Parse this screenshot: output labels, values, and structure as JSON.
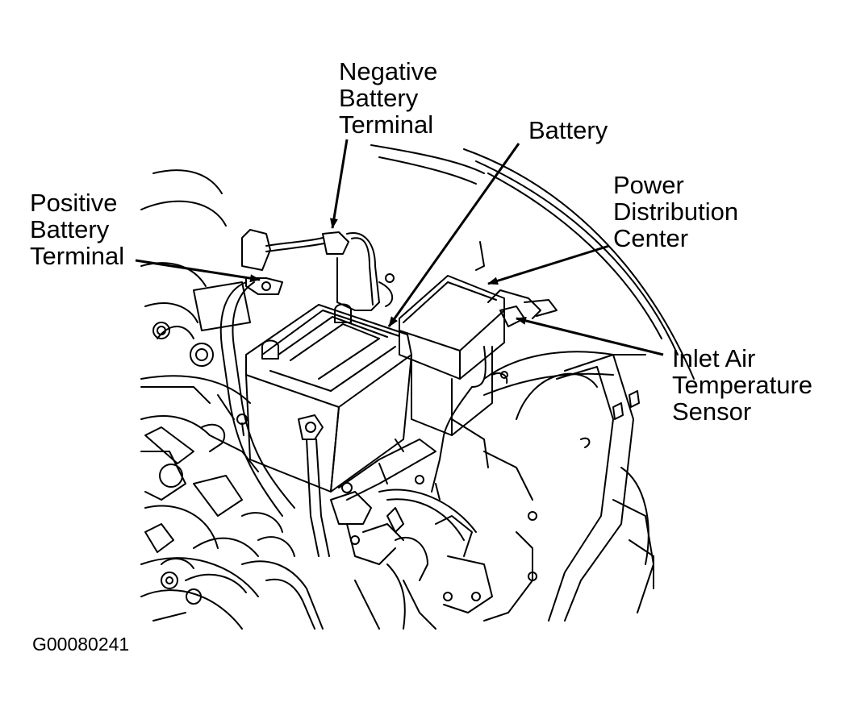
{
  "diagram": {
    "figure_id": "G00080241",
    "labels": {
      "negative_terminal": "Negative\nBattery\nTerminal",
      "battery": "Battery",
      "positive_terminal": "Positive\nBattery\nTerminal",
      "power_distribution_center": "Power\nDistribution\nCenter",
      "inlet_air_temperature_sensor": "Inlet Air\nTemperature\nSensor"
    },
    "colors": {
      "ink": "#000000",
      "paper": "#ffffff"
    }
  }
}
